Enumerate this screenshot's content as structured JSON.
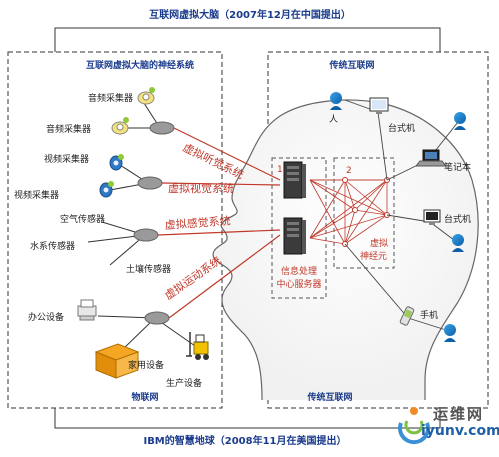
{
  "title_top": "互联网虚拟大脑（2007年12月在中国提出）",
  "title_bottom": "IBM的智慧地球（2008年11月在美国提出）",
  "left_panel": {
    "header": "互联网虚拟大脑的神经系统",
    "footer": "物联网"
  },
  "right_panel": {
    "header": "传统互联网",
    "footer": "传统互联网"
  },
  "devices": {
    "audio1": "音频采集器",
    "audio2": "音频采集器",
    "video1": "视频采集器",
    "video2": "视频采集器",
    "air": "空气传感器",
    "water": "水系传感器",
    "soil": "土壤传感器",
    "office": "办公设备",
    "home": "家用设备",
    "production": "生产设备"
  },
  "systems": {
    "hearing": "虚拟听觉系统",
    "vision": "虚拟视觉系统",
    "sensation": "虚拟感觉系统",
    "motion": "虚拟运动系统"
  },
  "center": {
    "box1_num": "1",
    "box2_num": "2",
    "server_label_line1": "信息处理",
    "server_label_line2": "中心服务器",
    "neuron_line1": "虚拟",
    "neuron_line2": "神经元"
  },
  "right_nodes": {
    "person": "人",
    "desktop1": "台式机",
    "laptop": "笔记本",
    "desktop2": "台式机",
    "phone": "手机"
  },
  "watermark": {
    "name": "运维网",
    "url": "iyunv.com"
  },
  "colors": {
    "system_red": "#c0392b",
    "label_blue": "#1a3b8c",
    "line_dark": "#333333"
  }
}
